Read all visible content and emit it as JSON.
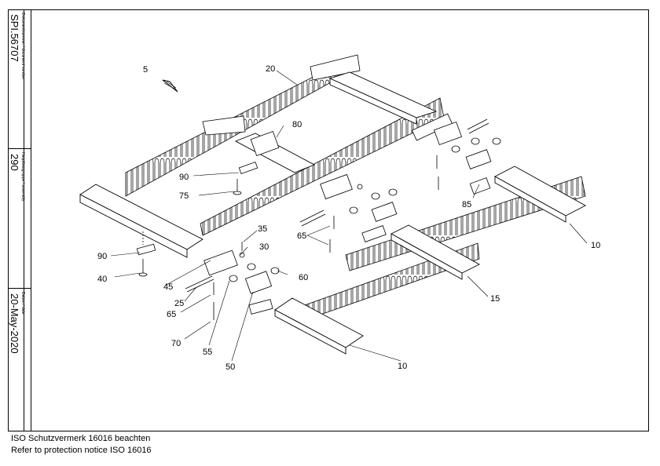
{
  "title_block": {
    "doc_number_label": "Dokumentnummer / document number",
    "doc_number": "SPI.56707",
    "assembly_label": "Hauptbaugruppe / assembly",
    "assembly": "290",
    "date_label": "Datum / date",
    "date": "20-May-2020"
  },
  "callouts": {
    "c5": "5",
    "c20": "20",
    "c80": "80",
    "c90a": "90",
    "c75": "75",
    "c85": "85",
    "c10a": "10",
    "c35": "35",
    "c30": "30",
    "c65a": "65",
    "c90b": "90",
    "c40": "40",
    "c45": "45",
    "c25": "25",
    "c65b": "65",
    "c60": "60",
    "c70": "70",
    "c55": "55",
    "c50": "50",
    "c15": "15",
    "c10b": "10"
  },
  "footer": {
    "line1": "ISO Schutzvermerk 16016 beachten",
    "line2": "Refer to protection notice ISO 16016"
  }
}
